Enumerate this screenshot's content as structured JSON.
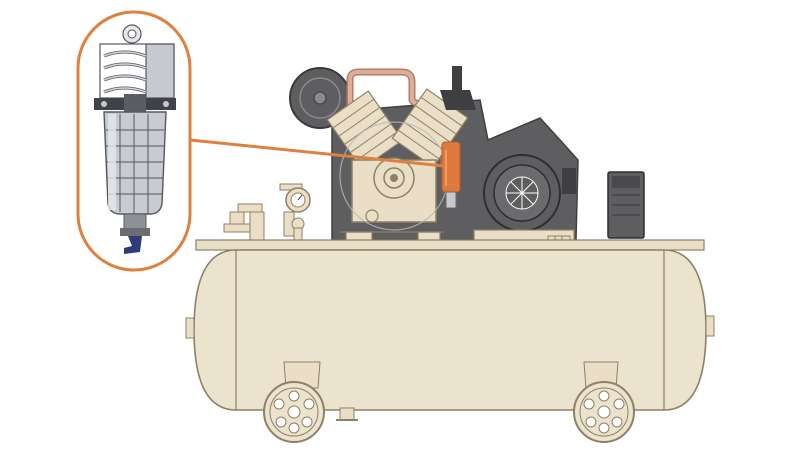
{
  "illustration": {
    "subject": "air-compressor",
    "highlighted_part": "filter-regulator",
    "colors": {
      "background": "#ffffff",
      "tank_fill": "#ece3cf",
      "tank_outline": "#8d8064",
      "callout": "#dd8040",
      "highlight": "#e07a3c",
      "machine_dark": "#5e5e60",
      "machine_mid": "#8a8a8c",
      "metal_light": "#d4d7db",
      "pipe_copper": "#d9a38a",
      "drain_tip": "#2e3a7a"
    },
    "icons": [
      "compressor-tank",
      "pump-head",
      "flywheel",
      "electric-motor",
      "pressure-gauge",
      "filter-cartridge",
      "drain-valve",
      "caster-wheel"
    ]
  }
}
